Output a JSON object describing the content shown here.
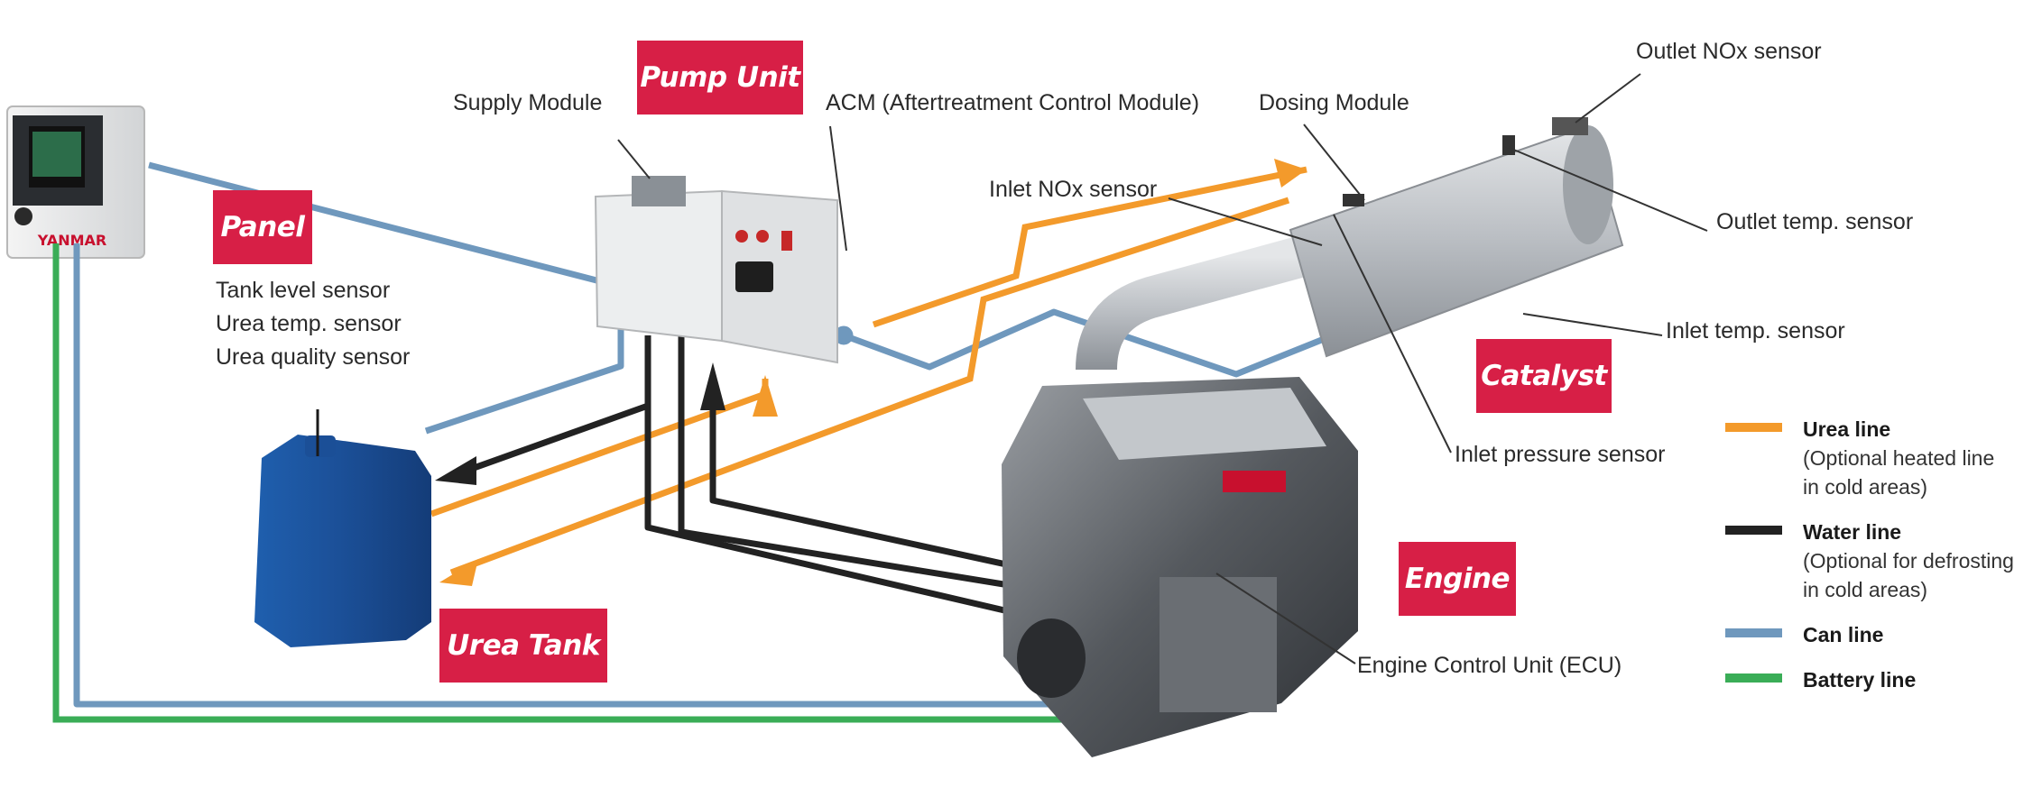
{
  "tags": {
    "panel": "Panel",
    "pump_unit": "Pump Unit",
    "catalyst": "Catalyst",
    "engine": "Engine",
    "urea_tank": "Urea Tank"
  },
  "labels": {
    "supply_module": "Supply Module",
    "acm": "ACM (Aftertreatment Control Module)",
    "dosing_module": "Dosing Module",
    "outlet_nox": "Outlet NOx sensor",
    "inlet_nox": "Inlet NOx sensor",
    "outlet_temp": "Outlet temp. sensor",
    "inlet_temp": "Inlet temp. sensor",
    "inlet_pressure": "Inlet pressure sensor",
    "ecu": "Engine Control Unit (ECU)"
  },
  "panel_sensors": [
    "Tank level sensor",
    "Urea temp. sensor",
    "Urea quality sensor"
  ],
  "brand": "YANMAR",
  "legend": [
    {
      "name": "Urea line",
      "note": [
        "(Optional heated line",
        "in cold areas)"
      ],
      "color": "#f39a2b"
    },
    {
      "name": "Water line",
      "note": [
        "(Optional for defrosting",
        "in cold areas)"
      ],
      "color": "#222222"
    },
    {
      "name": "Can line",
      "note": [],
      "color": "#6f98bd"
    },
    {
      "name": "Battery line",
      "note": [],
      "color": "#3aad57"
    }
  ],
  "colors": {
    "urea": "#f39a2b",
    "water": "#222222",
    "can": "#6f98bd",
    "battery": "#3aad57",
    "tag": "#d71f46"
  }
}
